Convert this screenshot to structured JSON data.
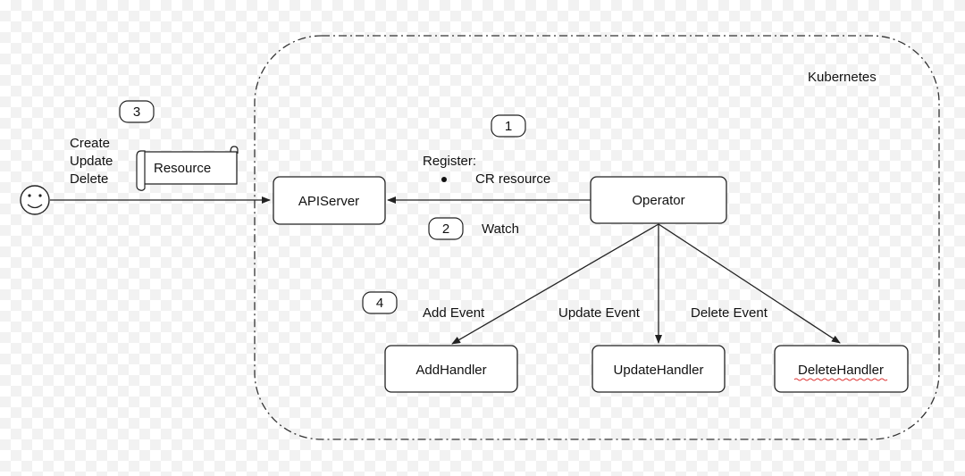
{
  "region": {
    "label": "Kubernetes"
  },
  "actor": {
    "icon": "smiley-face-icon"
  },
  "actions": [
    "Create",
    "Update",
    "Delete"
  ],
  "resource": {
    "label": "Resource"
  },
  "nodes": {
    "apiserver": "APIServer",
    "operator": "Operator",
    "add_handler": "AddHandler",
    "update_handler": "UpdateHandler",
    "delete_handler": "DeleteHandler"
  },
  "badges": [
    "1",
    "2",
    "3",
    "4"
  ],
  "register": {
    "title": "Register:",
    "item": "CR resource"
  },
  "watch": "Watch",
  "events": {
    "add": "Add Event",
    "update": "Update Event",
    "delete": "Delete Event"
  },
  "colors": {
    "stroke": "#222222",
    "background": "#ffffff"
  }
}
